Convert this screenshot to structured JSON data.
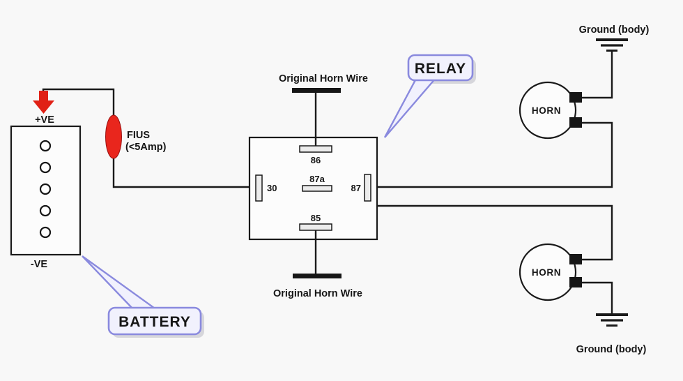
{
  "colors": {
    "terminal_text": "#cc2020",
    "fuse": "#e9261d",
    "arrow": "#e02015",
    "callout_text": "#2626d0",
    "callout_border": "#8a8ade",
    "callout_fill": "#f1f1fd"
  },
  "battery": {
    "positive_label": "+VE",
    "negative_label": "-VE",
    "callout_label": "BATTERY"
  },
  "fuse": {
    "name": "FIUS",
    "rating": "(<5Amp)"
  },
  "relay": {
    "callout_label": "RELAY",
    "terminal_86": "86",
    "terminal_87a": "87a",
    "terminal_30": "30",
    "terminal_87": "87",
    "terminal_85": "85"
  },
  "wires": {
    "top_label": "Original Horn Wire",
    "bottom_label": "Original Horn Wire"
  },
  "horns": {
    "top_label": "HORN",
    "bottom_label": "HORN"
  },
  "grounds": {
    "top_label": "Ground (body)",
    "bottom_label": "Ground (body)"
  }
}
